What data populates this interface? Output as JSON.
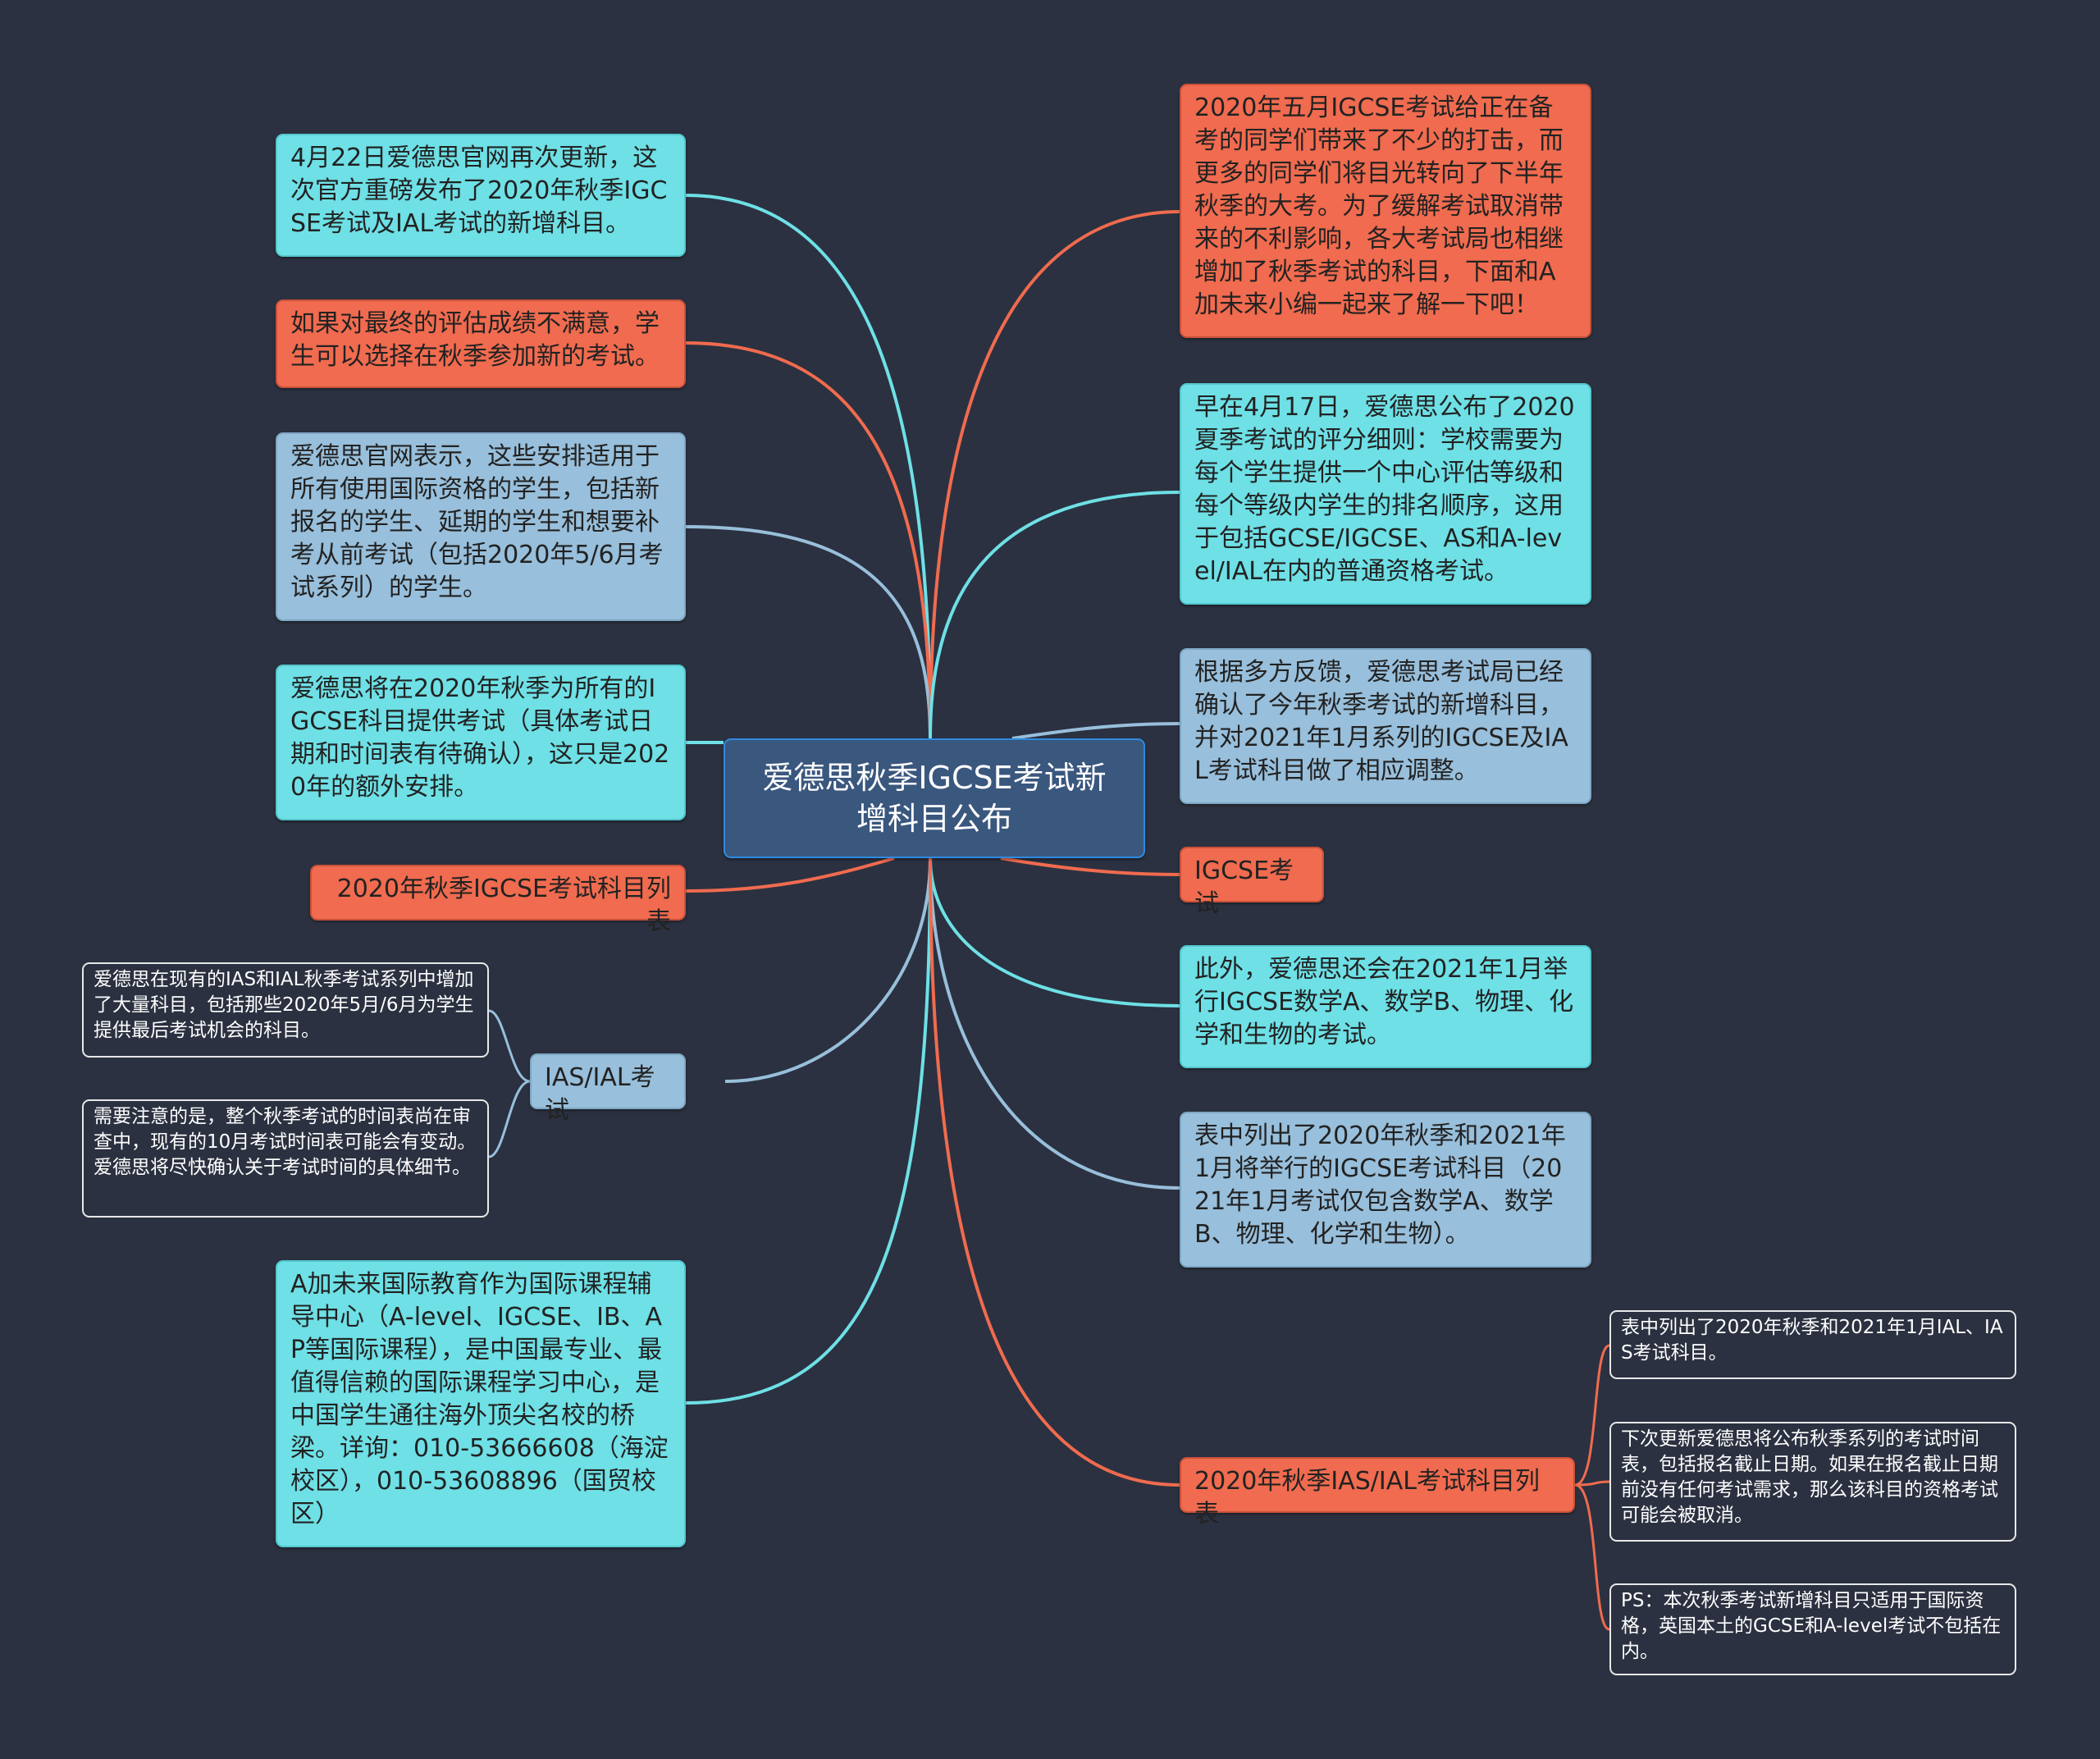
{
  "center": {
    "title": "爱德思秋季IGCSE考试新增科目公布"
  },
  "left": [
    {
      "id": "l1",
      "color": "cyan",
      "text": "4月22日爱德思官网再次更新，这次官方重磅发布了2020年秋季IGCSE考试及IAL考试的新增科目。"
    },
    {
      "id": "l2",
      "color": "orange",
      "text": "如果对最终的评估成绩不满意，学生可以选择在秋季参加新的考试。"
    },
    {
      "id": "l3",
      "color": "blue",
      "text": "爱德思官网表示，这些安排适用于所有使用国际资格的学生，包括新报名的学生、延期的学生和想要补考从前考试（包括2020年5/6月考试系列）的学生。"
    },
    {
      "id": "l4",
      "color": "cyan",
      "text": "爱德思将在2020年秋季为所有的IGCSE科目提供考试（具体考试日期和时间表有待确认），这只是2020年的额外安排。"
    },
    {
      "id": "l5",
      "color": "orange",
      "text": "2020年秋季IGCSE考试科目列表"
    },
    {
      "id": "l6",
      "color": "blue",
      "text": "IAS/IAL考试"
    },
    {
      "id": "l7",
      "color": "cyan",
      "text": "A加未来国际教育作为国际课程辅导中心（A-level、IGCSE、IB、AP等国际课程），是中国最专业、最值得信赖的国际课程学习中心，是中国学生通往海外顶尖名校的桥梁。详询：010-53666608（海淀校区），010-53608896（国贸校区）"
    }
  ],
  "left_sub": [
    {
      "id": "ls1",
      "text": "爱德思在现有的IAS和IAL秋季考试系列中增加了大量科目，包括那些2020年5月/6月为学生提供最后考试机会的科目。"
    },
    {
      "id": "ls2",
      "text": "需要注意的是，整个秋季考试的时间表尚在审查中，现有的10月考试时间表可能会有变动。爱德思将尽快确认关于考试时间的具体细节。"
    }
  ],
  "right": [
    {
      "id": "r1",
      "color": "orange",
      "text": "2020年五月IGCSE考试给正在备考的同学们带来了不少的打击，而更多的同学们将目光转向了下半年秋季的大考。为了缓解考试取消带来的不利影响，各大考试局也相继增加了秋季考试的科目，下面和A加未来小编一起来了解一下吧！"
    },
    {
      "id": "r2",
      "color": "cyan",
      "text": "早在4月17日，爱德思公布了2020夏季考试的评分细则：学校需要为每个学生提供一个中心评估等级和每个等级内学生的排名顺序，这用于包括GCSE/IGCSE、AS和A-level/IAL在内的普通资格考试。"
    },
    {
      "id": "r3",
      "color": "blue",
      "text": "根据多方反馈，爱德思考试局已经确认了今年秋季考试的新增科目，并对2021年1月系列的IGCSE及IAL考试科目做了相应调整。"
    },
    {
      "id": "r4",
      "color": "orange",
      "text": "IGCSE考试"
    },
    {
      "id": "r5",
      "color": "cyan",
      "text": "此外，爱德思还会在2021年1月举行IGCSE数学A、数学B、物理、化学和生物的考试。"
    },
    {
      "id": "r6",
      "color": "blue",
      "text": "表中列出了2020年秋季和2021年1月将举行的IGCSE考试科目（2021年1月考试仅包含数学A、数学B、物理、化学和生物）。"
    },
    {
      "id": "r7",
      "color": "orange",
      "text": "2020年秋季IAS/IAL考试科目列表"
    }
  ],
  "right_sub": [
    {
      "id": "rs1",
      "text": "表中列出了2020年秋季和2021年1月IAL、IAS考试科目。"
    },
    {
      "id": "rs2",
      "text": "下次更新爱德思将公布秋季系列的考试时间表，包括报名截止日期。如果在报名截止日期前没有任何考试需求，那么该科目的资格考试可能会被取消。"
    },
    {
      "id": "rs3",
      "text": "PS：本次秋季考试新增科目只适用于国际资格，英国本土的GCSE和A-level考试不包括在内。"
    }
  ],
  "colors": {
    "cyan": "#6ee0e6",
    "orange": "#f06b4f",
    "blue": "#98bfdb",
    "center": "#3a577e",
    "background": "#2b3140"
  }
}
